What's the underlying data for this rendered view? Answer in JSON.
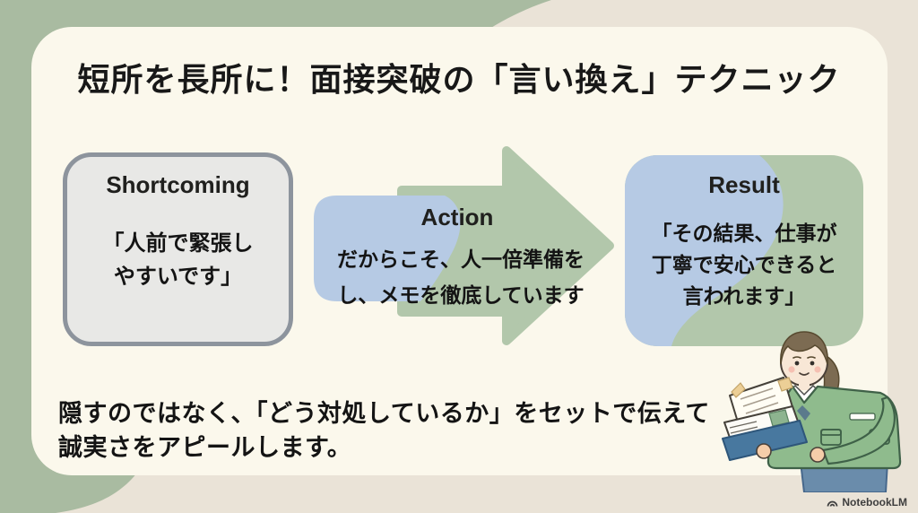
{
  "slide": {
    "title": "短所を長所に！面接突破の「言い換え」テクニック",
    "flow": {
      "shortcoming": {
        "label": "Shortcoming",
        "quote": "「人前で緊張し\nやすいです」"
      },
      "action": {
        "label": "Action",
        "quote": "だからこそ、人一倍準備を\nし、メモを徹底しています"
      },
      "result": {
        "label": "Result",
        "quote": "「その結果、仕事が\n丁寧で安心できると\n言われます」"
      }
    },
    "summary": "隠すのではなく、「どう対処しているか」をセットで伝えて\n誠実さをアピールします。"
  },
  "branding": {
    "wordmark": "NotebookLM",
    "icon": "notebooklm-arc-icon"
  },
  "illustration": {
    "alt": "woman in green work uniform holding a stack of documents and a blue binder"
  },
  "colors": {
    "background_beige": "#EAE3D7",
    "background_green": "#A9BBA1",
    "card": "#FBF8EC",
    "shortcoming_fill": "#E8E8E6",
    "shortcoming_border": "#8D949D",
    "accent_blue": "#B6CAE4",
    "accent_green": "#B2C7AB",
    "text": "#1A1A1A"
  }
}
